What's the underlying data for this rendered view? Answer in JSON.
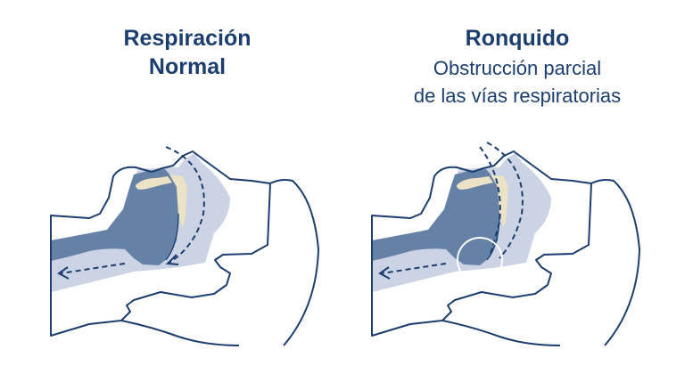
{
  "panels": [
    {
      "title_line1": "Respiración",
      "title_line2": "Normal"
    },
    {
      "title": "Ronquido",
      "subtitle_line1": "Obstrucción parcial",
      "subtitle_line2": "de las vías respiratorias"
    }
  ],
  "colors": {
    "outline": "#1c3e6e",
    "airway_dark": "#6582a6",
    "airway_light": "#cbd3e4",
    "bone": "#ece2c6"
  }
}
